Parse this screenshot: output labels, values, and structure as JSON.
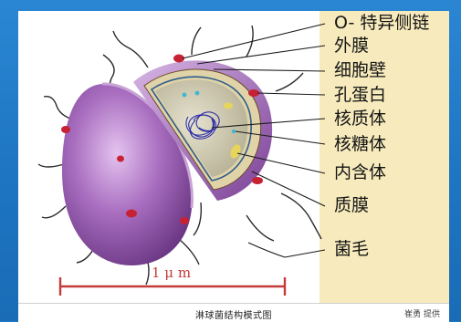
{
  "diagram": {
    "labels": [
      {
        "id": "o-side-chain",
        "text": "O- 特异侧链"
      },
      {
        "id": "outer-membrane",
        "text": "外膜"
      },
      {
        "id": "cell-wall",
        "text": "细胞壁"
      },
      {
        "id": "protein",
        "text": "孔蛋白"
      },
      {
        "id": "nucleoid",
        "text": "核质体"
      },
      {
        "id": "ribosome",
        "text": "核糖体"
      },
      {
        "id": "inclusion",
        "text": "内含体"
      },
      {
        "id": "plasma-membrane",
        "text": "质膜"
      },
      {
        "id": "pili",
        "text": "菌毛"
      }
    ],
    "scale_bar": {
      "label": "1 μ m",
      "color": "#c53b39"
    },
    "caption": "淋球菌结构模式图",
    "credit": "崔勇 提供"
  },
  "colors": {
    "background": "#1f78c4",
    "label_panel": "#f7ebbd",
    "cell_body": "#9b5fb5",
    "cytoplasm": "#cbc5a8",
    "accent_red": "#c62234"
  }
}
